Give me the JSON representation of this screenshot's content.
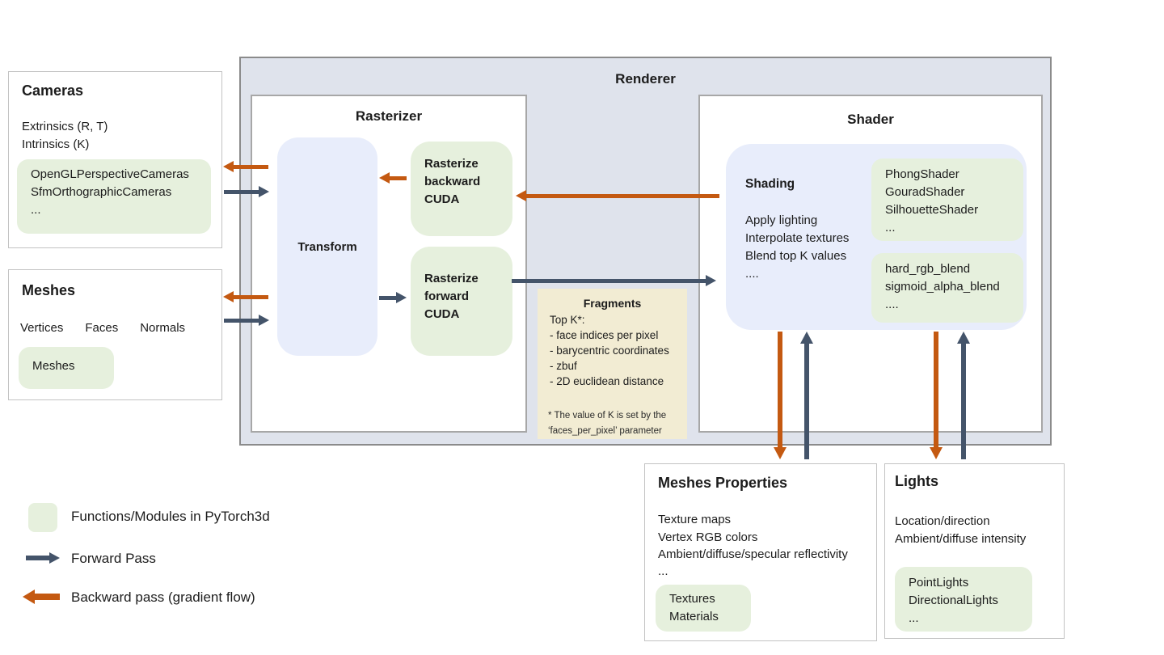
{
  "colors": {
    "module_green": "#e6f0dd",
    "lavender_blue": "#e8edfb",
    "renderer_background": "#dfe3ec",
    "fragments_background": "#f2ecd3",
    "forward_arrow": "#44546a",
    "backward_arrow": "#c45911"
  },
  "renderer": {
    "title": "Renderer"
  },
  "rasterizer": {
    "title": "Rasterizer",
    "transform_label": "Transform",
    "backward_box": [
      "Rasterize",
      "backward",
      "CUDA"
    ],
    "forward_box": [
      "Rasterize",
      "forward",
      "CUDA"
    ]
  },
  "shader": {
    "title": "Shader",
    "shading_title": "Shading",
    "shading_lines": [
      "Apply lighting",
      "Interpolate textures",
      "Blend top K values",
      "...."
    ],
    "shader_classes": [
      "PhongShader",
      "GouradShader",
      "SilhouetteShader",
      "..."
    ],
    "blend_functions": [
      "hard_rgb_blend",
      "sigmoid_alpha_blend",
      "...."
    ]
  },
  "fragments": {
    "title": "Fragments",
    "lines": [
      "Top K*:",
      "- face indices per pixel",
      "- barycentric coordinates",
      "- zbuf",
      "- 2D euclidean distance"
    ],
    "footnote": [
      "* The value of K is set by the",
      "‘faces_per_pixel’ parameter"
    ]
  },
  "cameras": {
    "title": "Cameras",
    "properties": [
      "Extrinsics (R, T)",
      "Intrinsics (K)"
    ],
    "modules": [
      "OpenGLPerspectiveCameras",
      "SfmOrthographicCameras",
      "..."
    ]
  },
  "meshes": {
    "title": "Meshes",
    "properties": [
      "Vertices",
      "Faces",
      "Normals"
    ],
    "modules": [
      "Meshes"
    ]
  },
  "meshes_properties": {
    "title": "Meshes Properties",
    "properties": [
      "Texture maps",
      "Vertex RGB colors",
      "Ambient/diffuse/specular reflectivity",
      "..."
    ],
    "modules": [
      "Textures",
      "Materials"
    ]
  },
  "lights": {
    "title": "Lights",
    "properties": [
      "Location/direction",
      "Ambient/diffuse intensity"
    ],
    "modules": [
      "PointLights",
      "DirectionalLights",
      "..."
    ]
  },
  "legend": {
    "modules_label": "Functions/Modules in PyTorch3d",
    "forward_label": "Forward Pass",
    "backward_label": "Backward pass (gradient flow)"
  }
}
